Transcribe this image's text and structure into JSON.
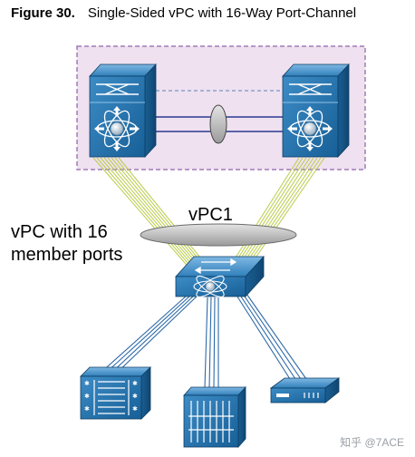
{
  "figure": {
    "number": "Figure 30.",
    "title": "Single-Sided vPC with 16-Way Port-Channel"
  },
  "labels": {
    "vpc": "vPC1",
    "member_line1": "vPC with 16",
    "member_line2": "member ports"
  },
  "watermark": "知乎 @7ACE",
  "colors": {
    "switch_blue": "#1f6fa8",
    "switch_light": "#5fa5d6",
    "domain_fill": "#efe1f0",
    "domain_border": "#a07ab8",
    "uplink": "#b9cc4a",
    "downlink": "#2e6aa8",
    "ellipse": "#bfbfbf"
  }
}
